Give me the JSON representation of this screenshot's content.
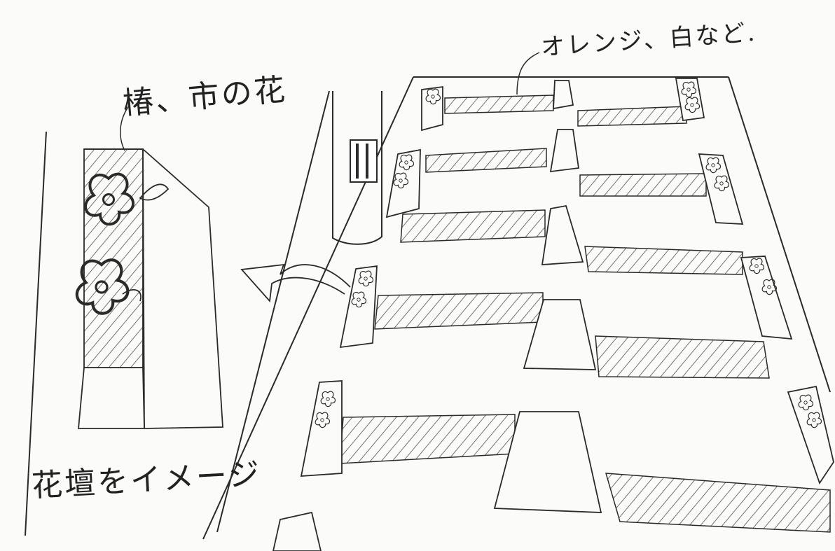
{
  "labels": {
    "camellia": "椿、市の花",
    "colors": "オレンジ、白など.",
    "flowerbed": "花壇をイメージ"
  },
  "colors": {
    "paper": "#fbfbfa",
    "pencil": "#2a2a2a",
    "hatch": "#3a3a3a"
  }
}
